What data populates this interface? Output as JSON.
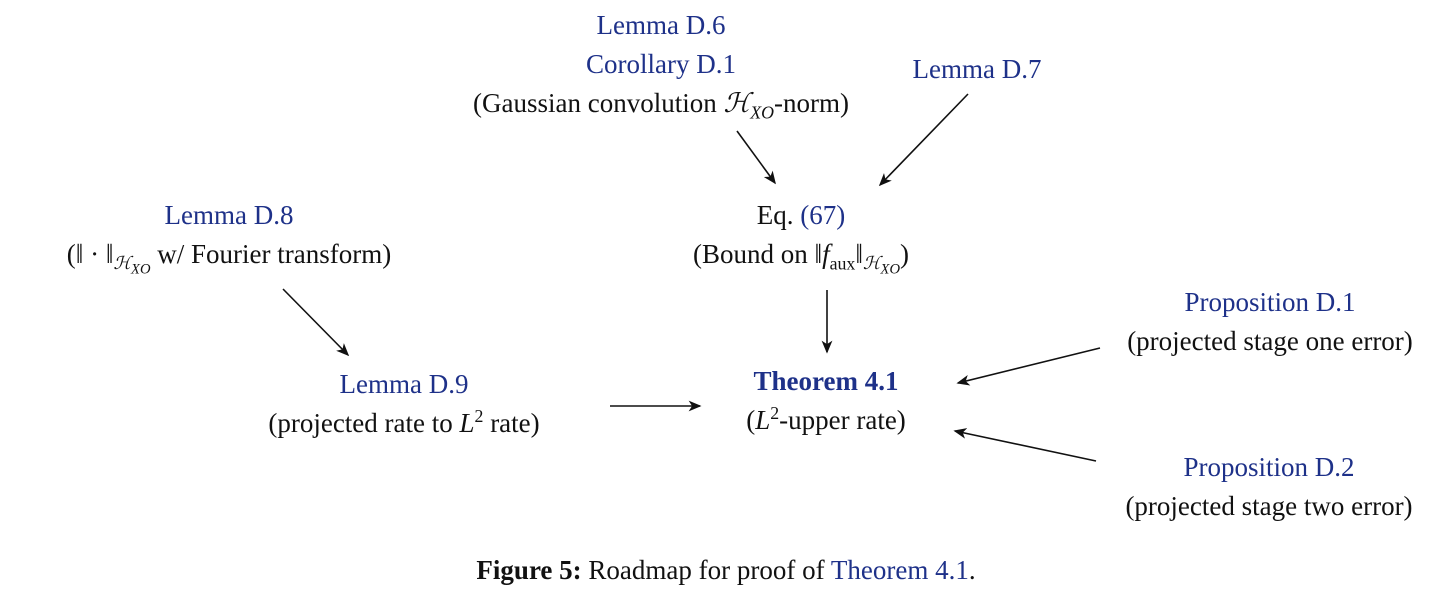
{
  "colors": {
    "link": "#1e3189",
    "text": "#111111",
    "arrow": "#111111",
    "background": "#ffffff"
  },
  "nodes": {
    "top_group": {
      "lemma_d6": "Lemma D.6",
      "corollary_d1": "Corollary D.1",
      "desc_pre": "(Gaussian convolution ",
      "H": "ℋ",
      "H_sub": "XO",
      "desc_post": "-norm)"
    },
    "lemma_d7": {
      "label": "Lemma D.7"
    },
    "eq67": {
      "label": "Eq. ",
      "ref": "(67)",
      "desc_pre": "(Bound on ‖",
      "f": "f",
      "f_sub": "aux",
      "norm_close": "‖",
      "H": "ℋ",
      "H_sub": "XO",
      "desc_post": ")"
    },
    "lemma_d8": {
      "label": "Lemma D.8",
      "desc_pre": "(‖ · ‖",
      "H": "ℋ",
      "H_sub": "XO",
      "desc_post": " w/ Fourier transform)"
    },
    "lemma_d9": {
      "label": "Lemma D.9",
      "desc_pre": "(projected rate to ",
      "L": "L",
      "L_sup": "2",
      "desc_post": " rate)"
    },
    "theorem": {
      "label": "Theorem 4.1",
      "desc_pre": "(",
      "L": "L",
      "L_sup": "2",
      "desc_post": "-upper rate)"
    },
    "prop_d1": {
      "label": "Proposition D.1",
      "desc": "(projected stage one error)"
    },
    "prop_d2": {
      "label": "Proposition D.2",
      "desc": "(projected stage two error)"
    }
  },
  "caption": {
    "figure_label": "Figure 5:",
    "text_pre": " Roadmap for proof of ",
    "link": "Theorem 4.1",
    "text_post": "."
  }
}
